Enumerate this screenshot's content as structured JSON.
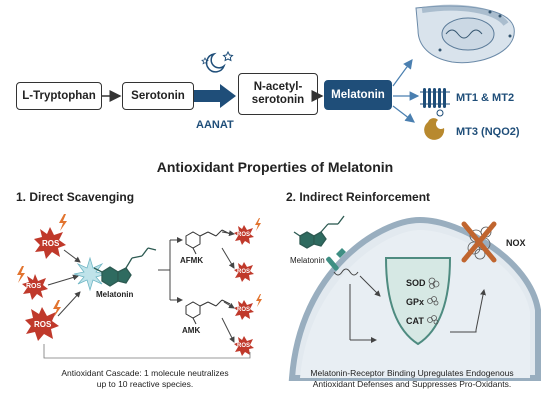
{
  "pathway": {
    "steps": [
      "L-Tryptophan",
      "Serotonin",
      "N-acetyl-\nserotonin",
      "Melatonin"
    ],
    "enzyme": "AANAT",
    "receptors": [
      "MT1 & MT2",
      "MT3 (NQO2)"
    ]
  },
  "section_title": "Antioxidant Properties of Melatonin",
  "left_panel": {
    "heading": "1. Direct Scavenging",
    "ros_label": "ROS",
    "molecule": "Melatonin",
    "products": [
      "AFMK",
      "AMK"
    ],
    "caption": "Antioxidant Cascade: 1 molecule neutralizes\nup to 10 reactive species."
  },
  "right_panel": {
    "heading": "2. Indirect Reinforcement",
    "molecule": "Melatonin",
    "enzymes": [
      "SOD",
      "GPx",
      "CAT"
    ],
    "inhibited": "NOX",
    "caption": "Melatonin-Receptor Binding Upregulates Endogenous\nAntioxidant Defenses and Suppresses Pro-Oxidants."
  },
  "colors": {
    "navy": "#1f4e79",
    "ros_red": "#c0392b",
    "receptor_blue": "#1f4e79",
    "mt3_gold": "#b8892e"
  }
}
